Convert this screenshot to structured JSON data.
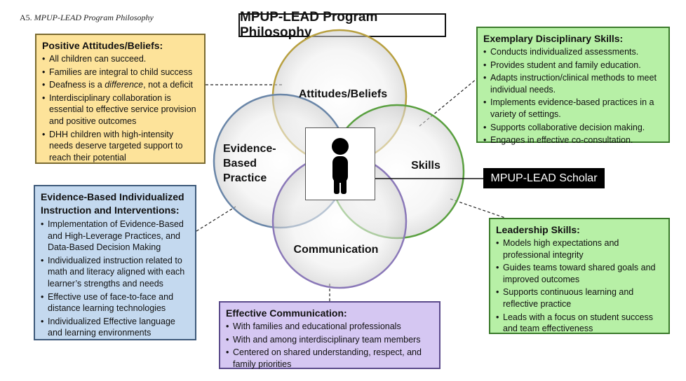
{
  "caption": {
    "prefix": "A5.",
    "title": "MPUP-LEAD Program Philosophy"
  },
  "main_title": "MPUP-LEAD Program Philosophy",
  "venn": {
    "attitudes_label": "Attitudes/Beliefs",
    "skills_label": "Skills",
    "evidence_label_line1": "Evidence-",
    "evidence_label_line2": "Based",
    "evidence_label_line3": "Practice",
    "communication_label": "Communication",
    "center_icon": "person-icon",
    "colors": {
      "attitudes": "#b8a040",
      "skills": "#5aa040",
      "evidence": "#6a86a8",
      "communication": "#8a78b8"
    }
  },
  "scholar_label": "MPUP-LEAD Scholar",
  "attitudes_box": {
    "title": "Positive Attitudes/Beliefs:",
    "items": [
      "All children can succeed.",
      "Families are integral to child success",
      "Deafness is a difference, not a deficit",
      "Interdisciplinary collaboration is essential to effective service provision and positive outcomes",
      "DHH children with high-intensity needs deserve targeted support to reach their potential"
    ],
    "item3_before": "Deafness is a ",
    "item3_emph": "difference",
    "item3_after": ", not a deficit"
  },
  "exemplary_box": {
    "title": "Exemplary Disciplinary Skills:",
    "items": [
      "Conducts individualized assessments.",
      "Provides student and family education.",
      "Adapts instruction/clinical methods to meet individual needs.",
      "Implements evidence-based practices in a variety of settings.",
      "Supports collaborative decision making.",
      "Engages in effective co-consultation."
    ]
  },
  "evidence_box": {
    "title": "Evidence-Based Individualized Instruction and Interventions:",
    "items": [
      "Implementation of Evidence-Based and High-Leverage Practices, and Data-Based Decision Making",
      "Individualized instruction related to math and literacy aligned with each learner’s strengths and needs",
      "Effective use of face-to-face and distance learning technologies",
      "Individualized Effective language and learning environments"
    ]
  },
  "leadership_box": {
    "title": "Leadership Skills:",
    "items": [
      "Models high expectations and professional integrity",
      "Guides teams toward shared goals and improved outcomes",
      "Supports continuous learning and reflective practice",
      "Leads with a focus on student success and team effectiveness"
    ]
  },
  "communication_box": {
    "title": "Effective Communication:",
    "items": [
      "With families and educational professionals",
      "With and among interdisciplinary team members",
      "Centered on shared understanding, respect, and family priorities"
    ]
  }
}
